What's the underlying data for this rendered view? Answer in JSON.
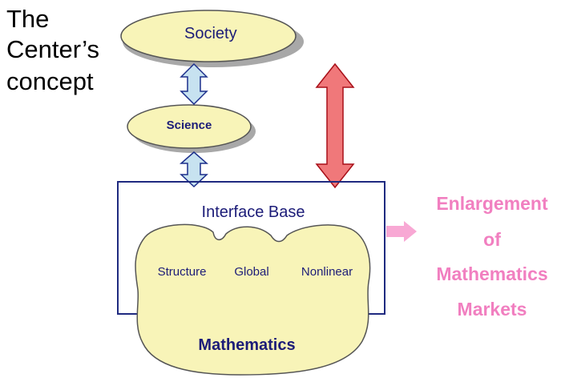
{
  "title_lines": [
    "The",
    "Center’s",
    "concept"
  ],
  "nodes": {
    "society": "Society",
    "science": "Science",
    "interface_base": "Interface Base",
    "structure": "Structure",
    "global": "Global",
    "nonlinear": "Nonlinear",
    "mathematics": "Mathematics"
  },
  "outcome_lines": [
    "Enlargement",
    "of",
    "Mathematics",
    "Markets"
  ],
  "colors": {
    "ellipse_fill": "#f8f4b8",
    "ellipse_stroke": "#555555",
    "shadow": "#a8a8a8",
    "blue_arrow_fill": "#c7e2f0",
    "blue_arrow_stroke": "#1c2f8c",
    "red_arrow_fill": "#f0787a",
    "red_arrow_stroke": "#a80f18",
    "box_stroke": "#1f2a80",
    "text_navy": "#1c1c78",
    "pink": "#f17fc0"
  }
}
